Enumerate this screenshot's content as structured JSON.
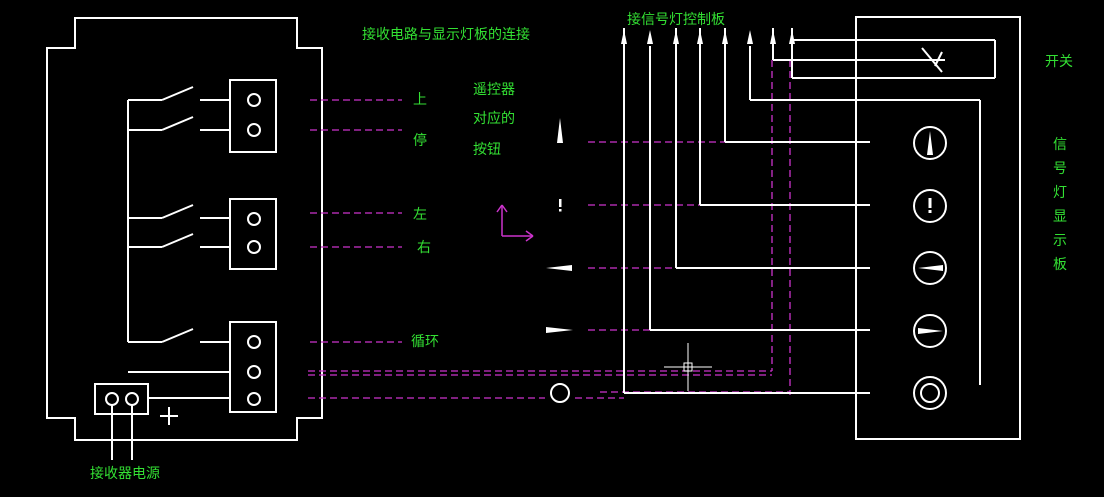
{
  "titles": {
    "receiver_display_connection": "接收电路与显示灯板的连接",
    "signal_board_connection": "接信号灯控制板",
    "remote_buttons": [
      "遥控器",
      "对应的",
      "按钮"
    ],
    "receiver_power": "接收器电源"
  },
  "remote_labels": {
    "up": "上",
    "stop": "停",
    "left": "左",
    "right": "右",
    "cycle": "循环"
  },
  "switch_label": "开关",
  "display_board_label": [
    "信",
    "号",
    "灯",
    "显",
    "示",
    "板"
  ],
  "colors": {
    "wire": "#ffffff",
    "dashed": "#cc33cc",
    "text": "#33e033",
    "background": "#000000"
  }
}
